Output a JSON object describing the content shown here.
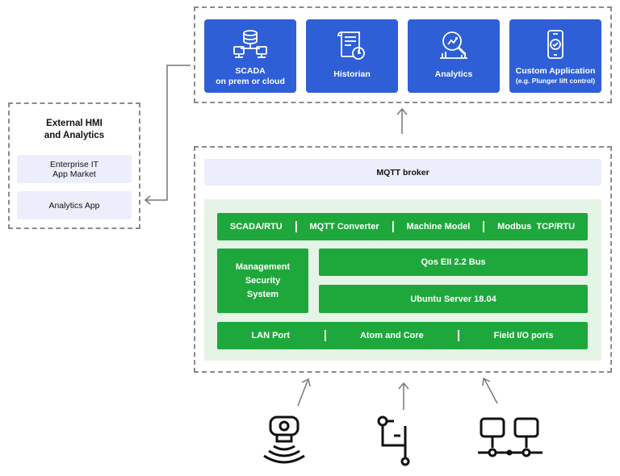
{
  "apps": {
    "scada": {
      "line1": "SCADA",
      "line2": "on prem or cloud",
      "icon": "database-network-icon"
    },
    "historian": {
      "label": "Historian",
      "icon": "document-clock-icon"
    },
    "analytics": {
      "label": "Analytics",
      "icon": "magnifier-chart-icon"
    },
    "custom": {
      "line1": "Custom Application",
      "line2": "(e.g. Plunger lift control)",
      "icon": "smartphone-check-icon"
    }
  },
  "hmi": {
    "title_line1": "External HMI",
    "title_line2": "and Analytics",
    "items": [
      {
        "line1": "Enterprise IT",
        "line2": "App Market"
      },
      {
        "line1": "Analytics App"
      }
    ]
  },
  "broker": {
    "label": "MQTT broker"
  },
  "stack": {
    "top_row": [
      "SCADA/RTU",
      "MQTT Converter",
      "Machine Model",
      "Modbus  TCP/RTU"
    ],
    "management": {
      "line1": "Management",
      "line2": "Security",
      "line3": "System"
    },
    "bus": "Qos EII 2.2 Bus",
    "os": "Ubuntu Server 18.04",
    "bottom_row": [
      "LAN Port",
      "Atom and Core",
      "Field I/O ports"
    ]
  },
  "devices": [
    {
      "icon": "wireless-sensor-icon"
    },
    {
      "icon": "valve-pipe-icon"
    },
    {
      "icon": "network-computers-icon"
    }
  ],
  "colors": {
    "app_blue": "#2e5fd6",
    "stack_green": "#1ea83c",
    "stack_bg": "#e6f4e8",
    "lavender": "#eceefb",
    "dash_gray": "#8a8a8a"
  }
}
